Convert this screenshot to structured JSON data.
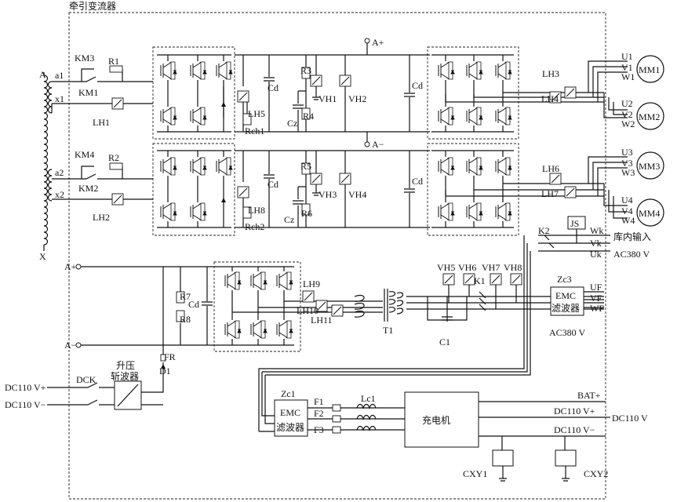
{
  "frame": {
    "title": "牵引变流器"
  },
  "transformer": {
    "top": "A",
    "bottom": "X"
  },
  "ch1": {
    "a": "a1",
    "x": "x1",
    "km3": "KM3",
    "r1": "R1",
    "km1": "KM1",
    "lh1": "LH1",
    "lh5": "LH5",
    "rch": "Rch1",
    "cd1": "Cd",
    "r3": "R3",
    "vh1": "VH1",
    "cz": "Cz",
    "r4": "R4",
    "vh2": "VH2",
    "cd2": "Cd",
    "lh3": "LH3",
    "lh4": "LH4"
  },
  "ch2": {
    "a": "a2",
    "x": "x2",
    "km4": "KM4",
    "r2": "R2",
    "km2": "KM2",
    "lh2": "LH2",
    "lh8": "LH8",
    "rch": "Rch2",
    "cd1": "Cd",
    "r5": "R5",
    "vh3": "VH3",
    "cz": "Cz",
    "r6": "R6",
    "vh4": "VH4",
    "cd2": "Cd",
    "lh6": "LH6",
    "lh7": "LH7"
  },
  "bus": {
    "ap": "A+",
    "am": "A−"
  },
  "motors": [
    {
      "name": "MM1",
      "u": "U1",
      "v": "V1",
      "w": "W1"
    },
    {
      "name": "MM2",
      "u": "U2",
      "v": "V2",
      "w": "W2"
    },
    {
      "name": "MM3",
      "u": "U3",
      "v": "V3",
      "w": "W3"
    },
    {
      "name": "MM4",
      "u": "U4",
      "v": "V4",
      "w": "W4"
    }
  ],
  "aux": {
    "ap": "A+",
    "am": "A−",
    "r7": "R7",
    "r8": "R8",
    "cd": "Cd",
    "lh9": "LH9",
    "lh10": "LH10",
    "lh11": "LH11",
    "t1": "T1",
    "c1": "C1",
    "vh5": "VH5",
    "vh6": "VH6",
    "vh7": "VH7",
    "vh8": "VH8",
    "k1": "K1",
    "k2": "K2",
    "js": "JS",
    "wk": "Wk",
    "vk": "Vk",
    "uk": "Uk",
    "depot": "库内输入",
    "ac380a": "AC380 V",
    "zc3": "Zc3",
    "emc3a": "EMC",
    "emc3b": "滤波器",
    "uf": "UF",
    "vf": "VF",
    "wf": "WF",
    "ac380b": "AC380 V"
  },
  "battery": {
    "fr": "FR",
    "d1": "D1",
    "boost1": "升压",
    "boost2": "斩波器",
    "dck": "DCK",
    "dcp": "DC110 V+",
    "dcm": "DC110 V−"
  },
  "charger": {
    "zc1": "Zc1",
    "emc1a": "EMC",
    "emc1b": "滤波器",
    "f1": "F1",
    "f2": "F2",
    "f3": "F3",
    "lc1": "Lc1",
    "name": "充电机",
    "batp": "BAT+",
    "op": "DC110 V+",
    "om": "DC110 V−",
    "out": "DC110 V",
    "cxy1": "CXY1",
    "cxy2": "CXY2"
  }
}
